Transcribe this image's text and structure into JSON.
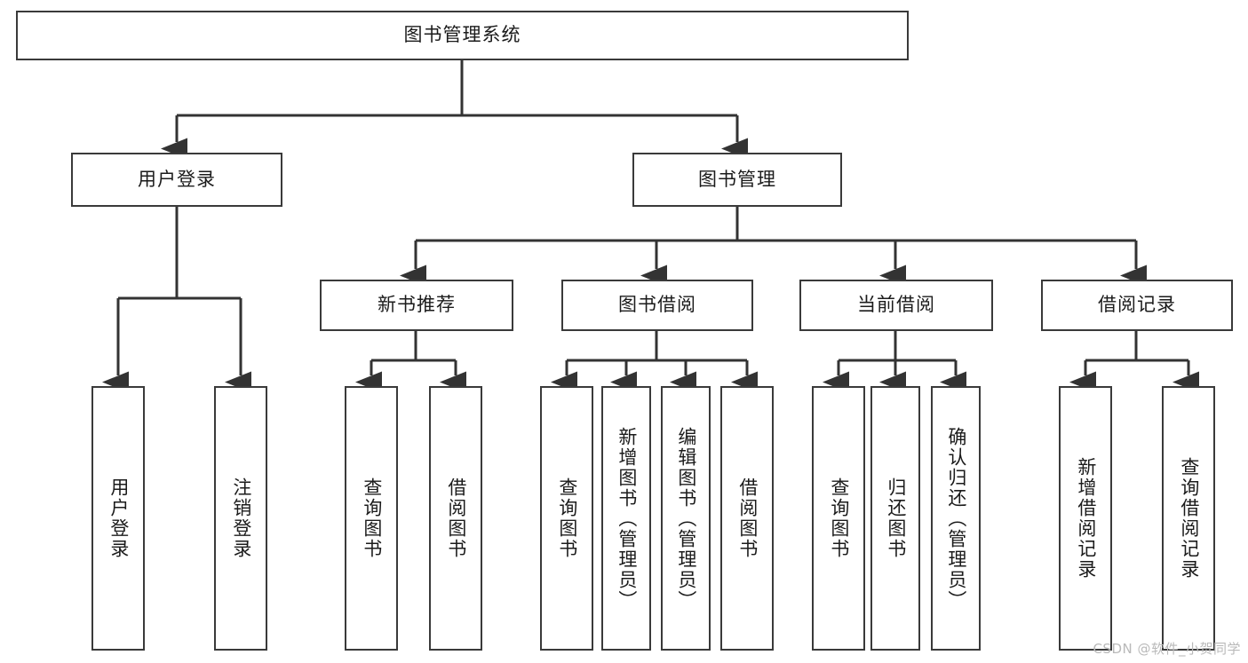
{
  "diagram": {
    "type": "hierarchy-tree",
    "orientation": "top-down",
    "root": {
      "id": "root",
      "label": "图书管理系统"
    },
    "level2": [
      {
        "id": "user-login",
        "label": "用户登录"
      },
      {
        "id": "book-manage",
        "label": "图书管理"
      }
    ],
    "level3": [
      {
        "id": "new-book-recommend",
        "label": "新书推荐",
        "parent": "book-manage"
      },
      {
        "id": "book-borrow",
        "label": "图书借阅",
        "parent": "book-manage"
      },
      {
        "id": "current-borrow",
        "label": "当前借阅",
        "parent": "book-manage"
      },
      {
        "id": "borrow-record",
        "label": "借阅记录",
        "parent": "book-manage"
      }
    ],
    "leaves": [
      {
        "id": "leaf-user-login",
        "label": "用户登录",
        "parent": "user-login"
      },
      {
        "id": "leaf-logout-login",
        "label": "注销登录",
        "parent": "user-login"
      },
      {
        "id": "leaf-query-book-1",
        "label": "查询图书",
        "parent": "new-book-recommend"
      },
      {
        "id": "leaf-borrow-book-1",
        "label": "借阅图书",
        "parent": "new-book-recommend"
      },
      {
        "id": "leaf-query-book-2",
        "label": "查询图书",
        "parent": "book-borrow"
      },
      {
        "id": "leaf-add-book",
        "label": "新增图书（管理员）",
        "parent": "book-borrow"
      },
      {
        "id": "leaf-edit-book",
        "label": "编辑图书（管理员）",
        "parent": "book-borrow"
      },
      {
        "id": "leaf-borrow-book-2",
        "label": "借阅图书",
        "parent": "book-borrow"
      },
      {
        "id": "leaf-query-book-3",
        "label": "查询图书",
        "parent": "current-borrow"
      },
      {
        "id": "leaf-return-book",
        "label": "归还图书",
        "parent": "current-borrow"
      },
      {
        "id": "leaf-confirm-return",
        "label": "确认归还（管理员）",
        "parent": "current-borrow"
      },
      {
        "id": "leaf-add-record",
        "label": "新增借阅记录",
        "parent": "borrow-record"
      },
      {
        "id": "leaf-query-record",
        "label": "查询借阅记录",
        "parent": "borrow-record"
      }
    ],
    "colors": {
      "box_border": "#3a3a3a",
      "box_fill": "#ffffff",
      "line": "#333333",
      "text": "#1b1b1b",
      "watermark": "#b9b9b9",
      "background": "#ffffff"
    }
  },
  "watermark": {
    "text": "CSDN @软件_小贺同学"
  }
}
